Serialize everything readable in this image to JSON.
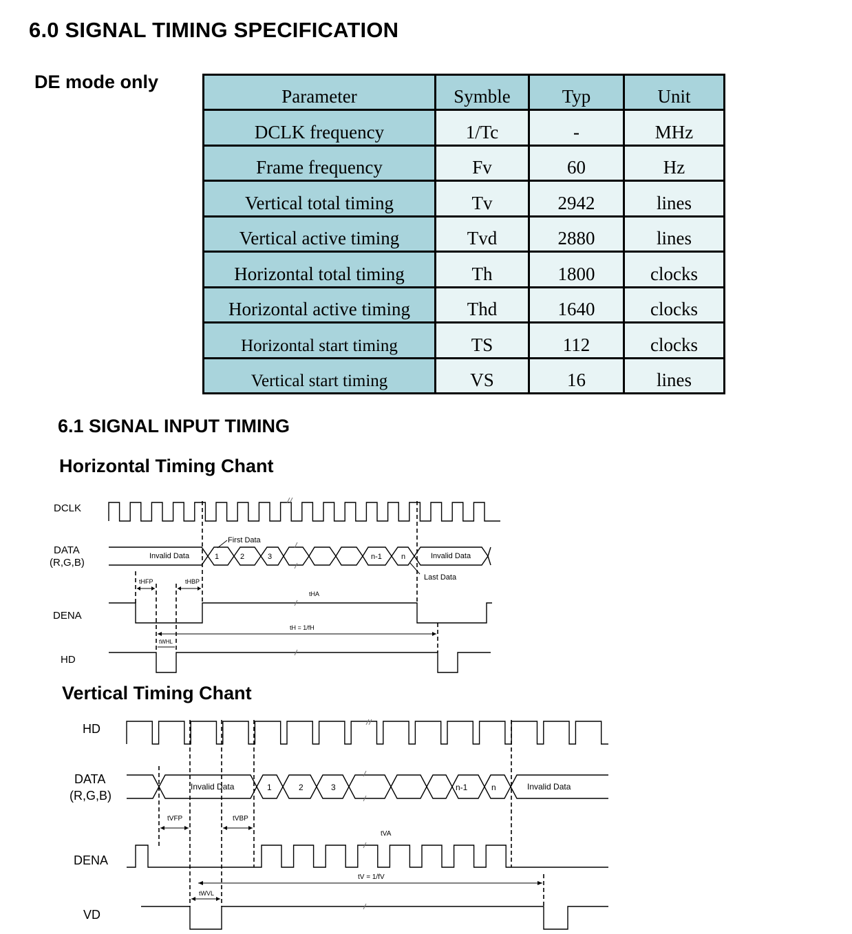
{
  "title": "6.0 SIGNAL TIMING SPECIFICATION",
  "mode_label": "DE mode only",
  "table": {
    "headers": [
      "Parameter",
      "Symble",
      "Typ",
      "Unit"
    ],
    "rows": [
      [
        "DCLK frequency",
        "1/Tc",
        "-",
        "MHz"
      ],
      [
        "Frame frequency",
        "Fv",
        "60",
        "Hz"
      ],
      [
        "Vertical total timing",
        "Tv",
        "2942",
        "lines"
      ],
      [
        "Vertical active timing",
        "Tvd",
        "2880",
        "lines"
      ],
      [
        "Horizontal total timing",
        "Th",
        "1800",
        "clocks"
      ],
      [
        "Horizontal active timing",
        "Thd",
        "1640",
        "clocks"
      ],
      [
        "Horizontal start timing",
        "TS",
        "112",
        "clocks"
      ],
      [
        "Vertical start timing",
        "VS",
        "16",
        "lines"
      ]
    ]
  },
  "section_title": "6.1  SIGNAL INPUT TIMING",
  "horizontal": {
    "title": "Horizontal Timing Chant",
    "signals": {
      "dclk": "DCLK",
      "data1": "DATA",
      "data2": "(R,G,B)",
      "dena": "DENA",
      "hd": "HD"
    },
    "labels": {
      "invalid_left": "Invalid Data",
      "first_data": "First Data",
      "d1": "1",
      "d2": "2",
      "d3": "3",
      "dn1": "n-1",
      "dn": "n",
      "invalid_right": "Invalid Data",
      "last_data": "Last Data",
      "thfp": "tHFP",
      "thbp": "tHBP",
      "tha": "tHA",
      "th": "tH = 1/fH",
      "twhl": "tWHL"
    }
  },
  "vertical": {
    "title": "Vertical Timing Chant",
    "signals": {
      "hd": "HD",
      "data1": "DATA",
      "data2": "(R,G,B)",
      "dena": "DENA",
      "vd": "VD"
    },
    "labels": {
      "invalid_left": "Invalid Data",
      "d1": "1",
      "d2": "2",
      "d3": "3",
      "dn1": "n-1",
      "dn": "n",
      "invalid_right": "Invalid Data",
      "tvfp": "tVFP",
      "tvbp": "tVBP",
      "tva": "tVA",
      "tv": "tV = 1/fV",
      "twvl": "tWVL"
    }
  }
}
